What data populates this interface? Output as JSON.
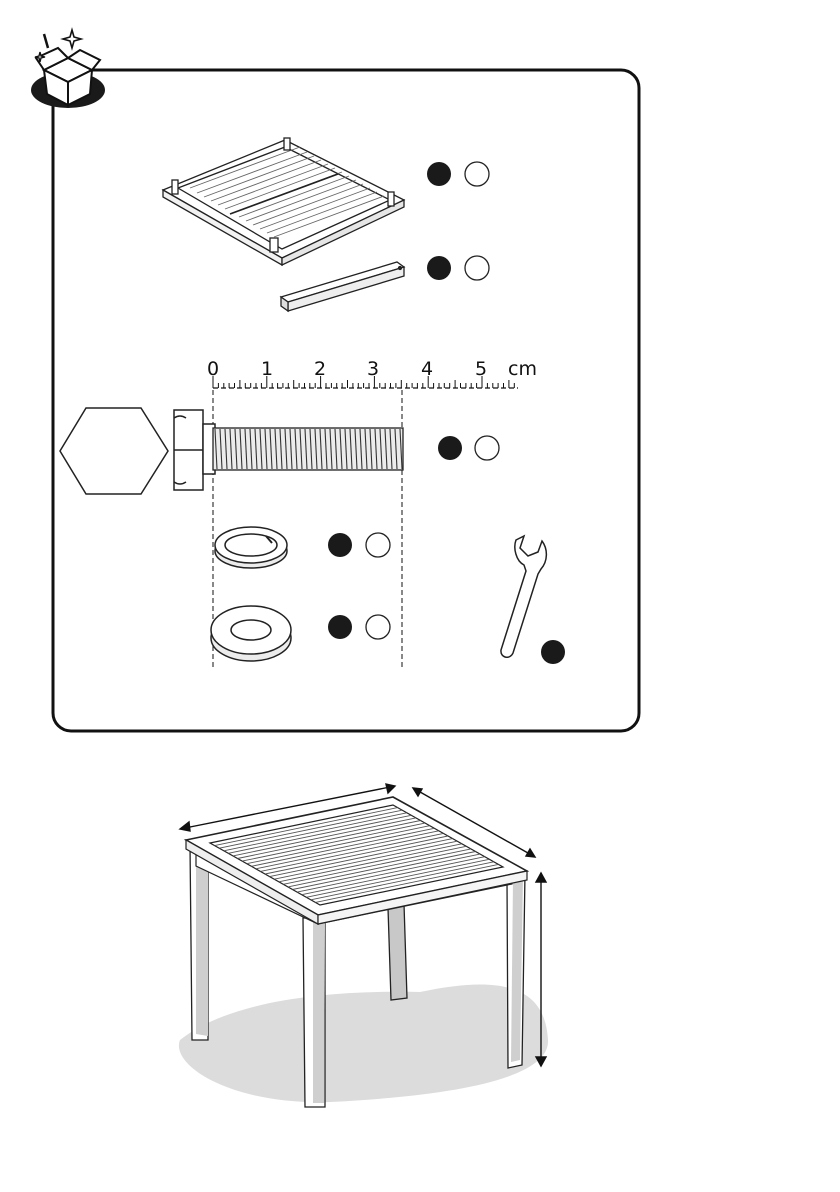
{
  "ruler": {
    "numbers": [
      "0",
      "1",
      "2",
      "3",
      "4",
      "5"
    ],
    "unit": "cm"
  },
  "parts": [
    {
      "name": "table-top",
      "has_count_circle": true
    },
    {
      "name": "leg",
      "has_count_circle": true
    },
    {
      "name": "bolt",
      "has_count_circle": true
    },
    {
      "name": "spring-washer",
      "has_count_circle": true
    },
    {
      "name": "flat-washer",
      "has_count_circle": true
    },
    {
      "name": "wrench",
      "has_count_circle": false
    }
  ],
  "icons": {
    "unbox": "open-box-icon",
    "included_marker": "filled-circle-icon",
    "count_marker": "empty-circle-icon"
  }
}
